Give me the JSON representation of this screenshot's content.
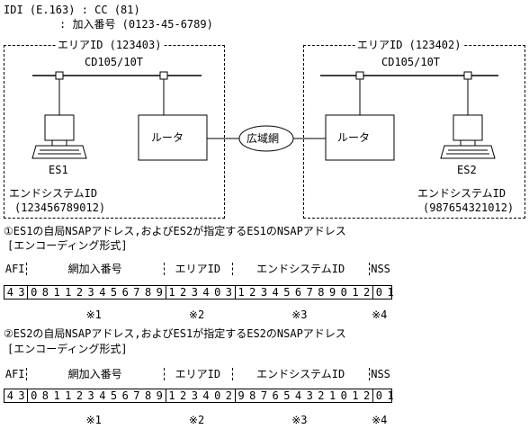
{
  "header": {
    "line1": "IDI (E.163) : CC (81)",
    "line2": ": 加入番号 (0123-45-6789)"
  },
  "left_area": {
    "area_label": "エリアID (123403)",
    "cable_label": "CD105/10T",
    "es_label": "ES1",
    "router_label": "ルータ",
    "sys_label": "エンドシステムID",
    "sys_value": "(123456789012)"
  },
  "wan_label": "広域網",
  "right_area": {
    "area_label": "エリアID (123402)",
    "cable_label": "CD105/10T",
    "es_label": "ES2",
    "router_label": "ルータ",
    "sys_label": "エンドシステムID",
    "sys_value": "(987654321012)"
  },
  "section1": {
    "title": "①ES1の自局NSAPアドレス,およびES2が指定するES1のNSAPアドレス",
    "subtitle": "[エンコーディング形式]",
    "headers": [
      "AFI",
      "網加入番号",
      "エリアID",
      "エンドシステムID",
      "NSS"
    ],
    "digits": [
      "4",
      "3",
      "0",
      "8",
      "1",
      "1",
      "2",
      "3",
      "4",
      "5",
      "6",
      "7",
      "8",
      "9",
      "1",
      "2",
      "3",
      "4",
      "0",
      "3",
      "1",
      "2",
      "3",
      "4",
      "5",
      "6",
      "7",
      "8",
      "9",
      "0",
      "1",
      "2",
      "0",
      "1"
    ],
    "notes": [
      "※1",
      "※2",
      "※3",
      "※4"
    ]
  },
  "section2": {
    "title": "②ES2の自局NSAPアドレス,およびES1が指定するES2のNSAPアドレス",
    "subtitle": "[エンコーディング形式]",
    "headers": [
      "AFI",
      "網加入番号",
      "エリアID",
      "エンドシステムID",
      "NSS"
    ],
    "digits": [
      "4",
      "3",
      "0",
      "8",
      "1",
      "1",
      "2",
      "3",
      "4",
      "5",
      "6",
      "7",
      "8",
      "9",
      "1",
      "2",
      "3",
      "4",
      "0",
      "2",
      "9",
      "8",
      "7",
      "6",
      "5",
      "4",
      "3",
      "2",
      "1",
      "0",
      "1",
      "2",
      "0",
      "1"
    ],
    "notes": [
      "※1",
      "※2",
      "※3",
      "※4"
    ]
  }
}
